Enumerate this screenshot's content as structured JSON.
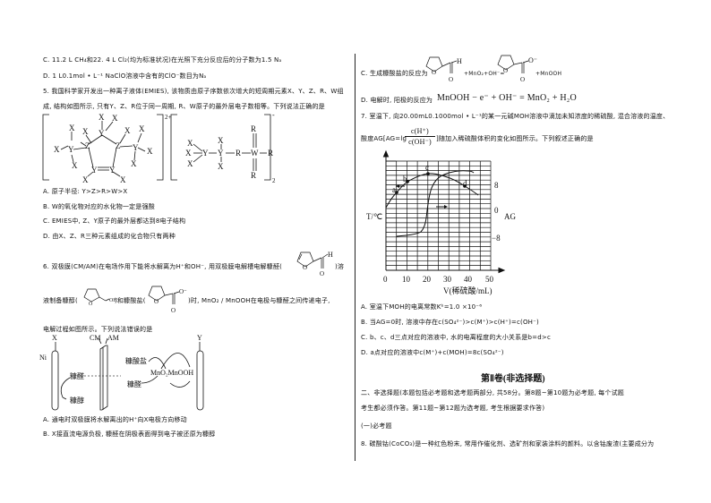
{
  "left": {
    "q4_opt_c": "C. 11.2 L CH₄和22. 4 L Cl₂(均为标准状况)在光照下充分反应后的分子数为1.5 Nₐ",
    "q4_opt_d": "D. 1 L0.1mol • L⁻¹ NaClO溶液中含有的ClO⁻数目为Nₐ",
    "q5_line1": "5. 我国科学家开发出一种离子液体(EMIES), 该物质由原子序数依次增大的短周期元素X、Y、Z、R、W组",
    "q5_line2": "成, 结构如图所示, 只有Y、Z、R位于同一周期, R、W原子的最外层电子数相等。下列说法正确的是",
    "q5_struct": {
      "cation_charge": "2+",
      "anion_charge": "-",
      "anion_subscript": "2",
      "atoms": [
        "X",
        "Y",
        "Z",
        "R",
        "W"
      ]
    },
    "q5_options": [
      "A. 原子半径: Y>Z>R>W>X",
      "B. W的氧化物对应的水化物一定是强酸",
      "C. EMIES中, Z、Y原子的最外层都达到8电子结构",
      "D. 由X、Z、R三种元素组成的化合物只有两种"
    ],
    "q6_line1_a": "6. 双极膜(CM/AM)在电场作用下能将水解离为H⁺和OH⁻, 用双极膜电解槽电解糠醛(",
    "q6_line1_b": ")溶",
    "q6_line2_a": "液制备糠醇(",
    "q6_line2_b": ")和糠酸盐(",
    "q6_line2_c": ")时, MnO₂ / MnOOH在电极与糠醛之间传递电子,",
    "q6_line3": "电解过程如图所示。下列说法错误的是",
    "q6_diagram": {
      "electrode_left": "X",
      "electrode_left_metal": "Ni",
      "membrane_labels": [
        "CM",
        "AM"
      ],
      "electrode_right": "Y",
      "furfural": "糠醛",
      "furfuryl_alcohol": "糠醇",
      "furoate": "糠酸盐",
      "redox_pair": "MnO₂ MnOOH"
    },
    "q6_options": [
      "A. 通电时双极膜将水解离出的H⁺向X电极方向移动",
      "B. X接直流电源负极, 糠醛在阴极表面得到电子被还原为糠醇"
    ]
  },
  "right": {
    "q6_opt_c_a": "C. 生成糠酸盐的反应为",
    "q6_opt_c_mid": "+MnO₂+OH⁻=",
    "q6_opt_c_end": "+MnOOH",
    "q6_opt_d_a": "D. 电解时, 阳极的反应为",
    "q6_opt_d_eq": "MnOOH − e⁻ + OH⁻ = MnO₂ + H₂O",
    "q7_line1": "7. 室温下, 向20.00mL0.1000mol • L⁻¹的某一元碱MOH溶液中滴加未知浓度的稀硫酸, 混合溶液的温度、",
    "q7_line2_a": "酸度AG[AG=lg",
    "q7_frac_num": "c(H⁺)",
    "q7_frac_den": "c(OH⁻)",
    "q7_line2_b": "]随加入稀硫酸体积的变化如图所示。下列叙述正确的是",
    "q7_options": [
      "A. 室温下MOH的电离常数Kᵇ=1.0 ×10⁻⁶",
      "B. 当AG=0时, 溶液中存在c(SO₄²⁻)>c(M⁺)>c(H⁺)=c(OH⁻)",
      "C. b、c、d三点对应的溶液中, 水的电离程度的大小关系是b=d>c",
      "D. a点对应的溶液中c(M⁺)+c(MOH)=8c(SO₄²⁻)"
    ],
    "section_title": "第Ⅱ卷(非选择题)",
    "part2_line1": "二、非选择题(本题包括必考题和选考题两部分, 共58分。第8题~第10题为必考题, 每个试题",
    "part2_line2": "考生都必须作答。第11题~第12题为选考题, 考生根据要求作答)",
    "required_label": "(一)必考题",
    "q8_line1": "8. 碳酸钴(CoCO₃)是一种红色粉末, 常用作催化剂、选矿剂和家装涂料的颜料。以含钴废渣(主要成分为"
  },
  "chart_data": {
    "type": "line",
    "title": "",
    "xlabel": "V(稀硫酸/mL)",
    "ylabel_left": "T/℃",
    "ylabel_right": "AG",
    "x_ticks": [
      "0",
      "10",
      "20",
      "30",
      "40",
      "50"
    ],
    "y_right_ticks": [
      "8",
      "0",
      "-8"
    ],
    "xlim": [
      0,
      50
    ],
    "grid": true,
    "series": [
      {
        "name": "T (temperature)",
        "axis": "left",
        "x": [
          0,
          5,
          10,
          15,
          20,
          25,
          30,
          35,
          42
        ],
        "y_grid_rows_from_top": [
          12,
          8.5,
          5.8,
          4.3,
          3.4,
          3.6,
          4.6,
          5.8,
          8.2
        ]
      },
      {
        "name": "AG",
        "axis": "right",
        "x": [
          0,
          10,
          15,
          18,
          19,
          20,
          21,
          23,
          26,
          30,
          35,
          40
        ],
        "y": [
          -7.8,
          -7.6,
          -7,
          -5,
          0,
          4,
          7,
          9.6,
          10.5,
          11,
          11.3,
          11.2
        ]
      }
    ],
    "points": [
      {
        "label": "a",
        "x": 5,
        "series": "T"
      },
      {
        "label": "b",
        "x": 10,
        "series": "T"
      },
      {
        "label": "c",
        "x": 20,
        "series": "T"
      },
      {
        "label": "d",
        "x": 35,
        "series": "T"
      }
    ],
    "annotations": [
      "← (T axis arrow near b)",
      "→ (AG axis arrow)"
    ]
  }
}
